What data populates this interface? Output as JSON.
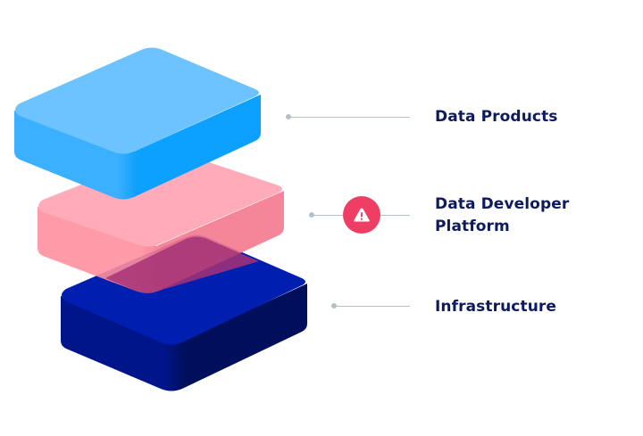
{
  "diagram": {
    "type": "layered-stack",
    "layers": [
      {
        "id": "data-products",
        "label": "Data Products",
        "colors": {
          "top": "#6cc3ff",
          "left": "#3bb0ff",
          "right": "#0ca0ff"
        },
        "has_warning": false
      },
      {
        "id": "data-developer-platform",
        "label_line1": "Data Developer",
        "label_line2": "Platform",
        "colors": {
          "top": "#ffa3b3",
          "left": "#ff909f",
          "right": "#f57a8e"
        },
        "translucent": true,
        "has_warning": true,
        "warning_icon": "warning-triangle-icon",
        "warning_color": "#ef3e63"
      },
      {
        "id": "infrastructure",
        "label": "Infrastructure",
        "colors": {
          "top": "#001eaf",
          "left": "#00158a",
          "right": "#000f5c"
        },
        "has_warning": false
      }
    ],
    "connector_color": "#b4c0c6",
    "label_color": "#0d1b5e",
    "overlap_color": "#a63375"
  }
}
